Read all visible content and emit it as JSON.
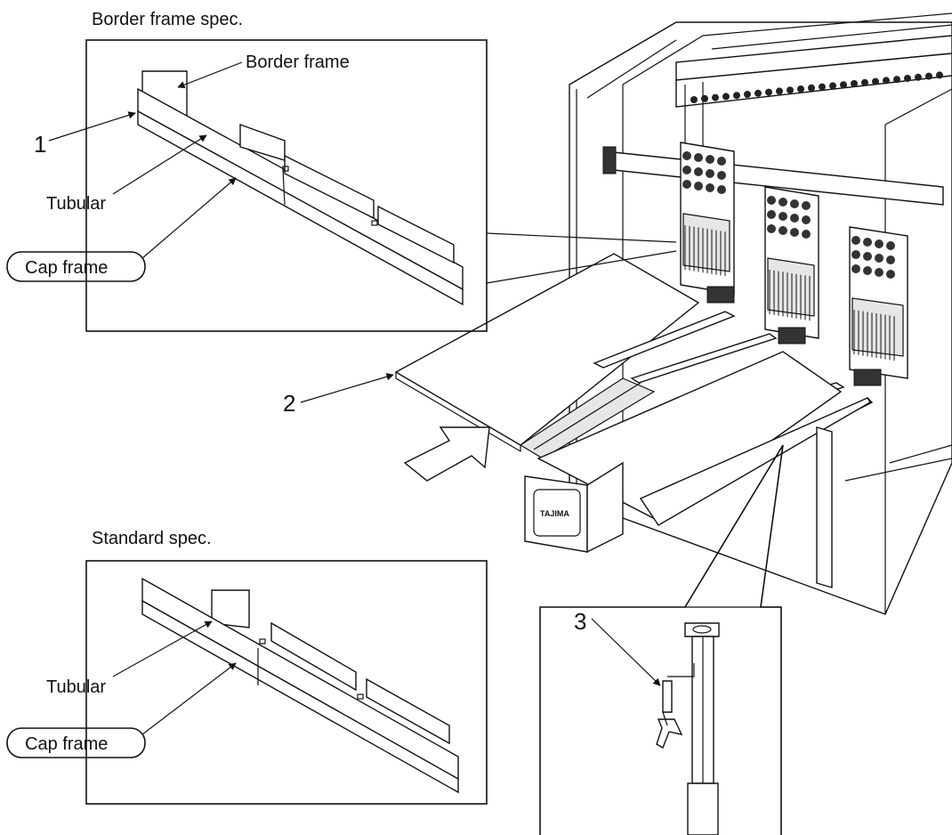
{
  "labels": {
    "border_section_title": "Border frame spec.",
    "border_frame": "Border frame",
    "callout_1": "1",
    "tubular_top": "Tubular",
    "cap_frame_top": "Cap frame",
    "callout_2": "2",
    "standard_section_title": "Standard spec.",
    "tubular_bottom": "Tubular",
    "cap_frame_bottom": "Cap frame",
    "callout_3": "3",
    "brand": "TAJIMA"
  }
}
